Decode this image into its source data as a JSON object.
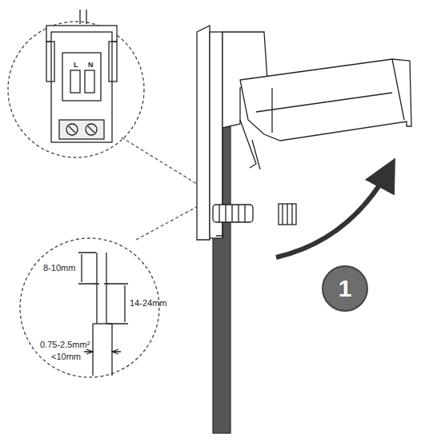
{
  "diagram": {
    "nodes": [
      {
        "text": [
          "1"
        ]
      }
    ],
    "labels": [
      "L",
      "N",
      "8-10mm",
      "14-24mm",
      "0.75-2.5mm²",
      "<10mm"
    ]
  }
}
